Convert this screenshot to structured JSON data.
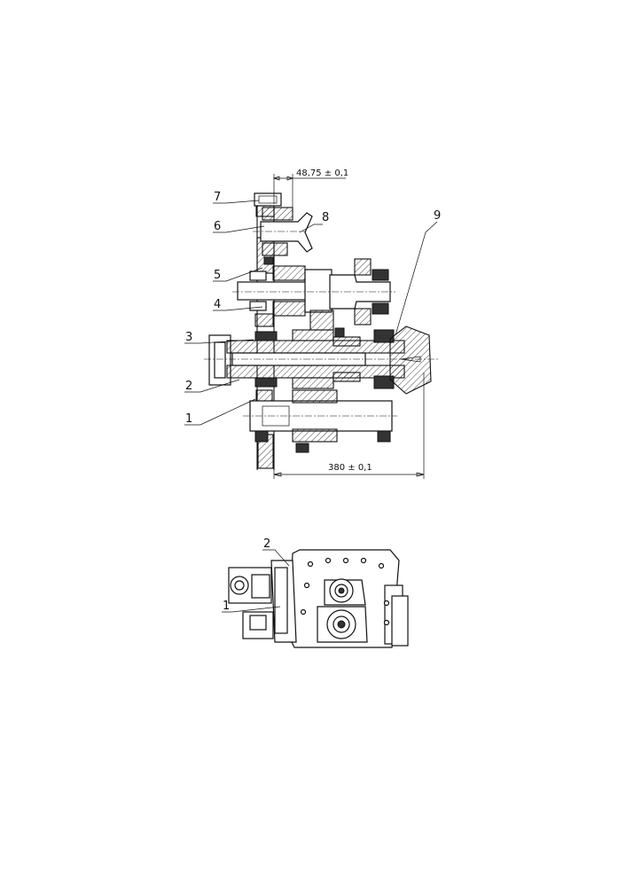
{
  "figure_top": {
    "dimension_top": "48,75 ± 0,1",
    "dimension_bottom": "380 ± 0,1",
    "callouts": [
      "1",
      "2",
      "3",
      "4",
      "5",
      "6",
      "7",
      "8",
      "9"
    ]
  },
  "figure_bottom": {
    "callouts": [
      "1",
      "2"
    ]
  }
}
